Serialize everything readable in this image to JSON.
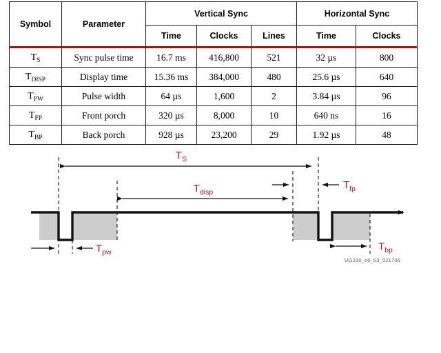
{
  "table": {
    "group_headers": {
      "symbol": "Symbol",
      "parameter": "Parameter",
      "vertical_sync": "Vertical Sync",
      "horizontal_sync": "Horizontal Sync"
    },
    "sub_headers": {
      "v_time": "Time",
      "v_clocks": "Clocks",
      "v_lines": "Lines",
      "h_time": "Time",
      "h_clocks": "Clocks"
    },
    "rule_color": "#8c1a1f",
    "rows": [
      {
        "symbol_base": "T",
        "symbol_sub": "S",
        "parameter": "Sync pulse time",
        "v_time": "16.7 ms",
        "v_clocks": "416,800",
        "v_lines": "521",
        "h_time": "32 µs",
        "h_clocks": "800"
      },
      {
        "symbol_base": "T",
        "symbol_sub": "DISP",
        "parameter": "Display time",
        "v_time": "15.36 ms",
        "v_clocks": "384,000",
        "v_lines": "480",
        "h_time": "25.6 µs",
        "h_clocks": "640"
      },
      {
        "symbol_base": "T",
        "symbol_sub": "PW",
        "parameter": "Pulse width",
        "v_time": "64 µs",
        "v_clocks": "1,600",
        "v_lines": "2",
        "h_time": "3.84 µs",
        "h_clocks": "96"
      },
      {
        "symbol_base": "T",
        "symbol_sub": "FP",
        "parameter": "Front porch",
        "v_time": "320 µs",
        "v_clocks": "8,000",
        "v_lines": "10",
        "h_time": "640 ns",
        "h_clocks": "16"
      },
      {
        "symbol_base": "T",
        "symbol_sub": "BP",
        "parameter": "Back porch",
        "v_time": "928 µs",
        "v_clocks": "23,200",
        "v_lines": "29",
        "h_time": "1.92 µs",
        "h_clocks": "48"
      }
    ]
  },
  "diagram": {
    "label_color": "#9e1b34",
    "waveform_color": "#111111",
    "shade_color": "#cccccc",
    "labels": {
      "ts_base": "T",
      "ts_sub": "S",
      "tdisp_base": "T",
      "tdisp_sub": "disp",
      "tpw_base": "T",
      "tpw_sub": "pw",
      "tfp_base": "T",
      "tfp_sub": "fp",
      "tbp_base": "T",
      "tbp_sub": "bp"
    },
    "credit": "UG230_c6_03_021706"
  }
}
